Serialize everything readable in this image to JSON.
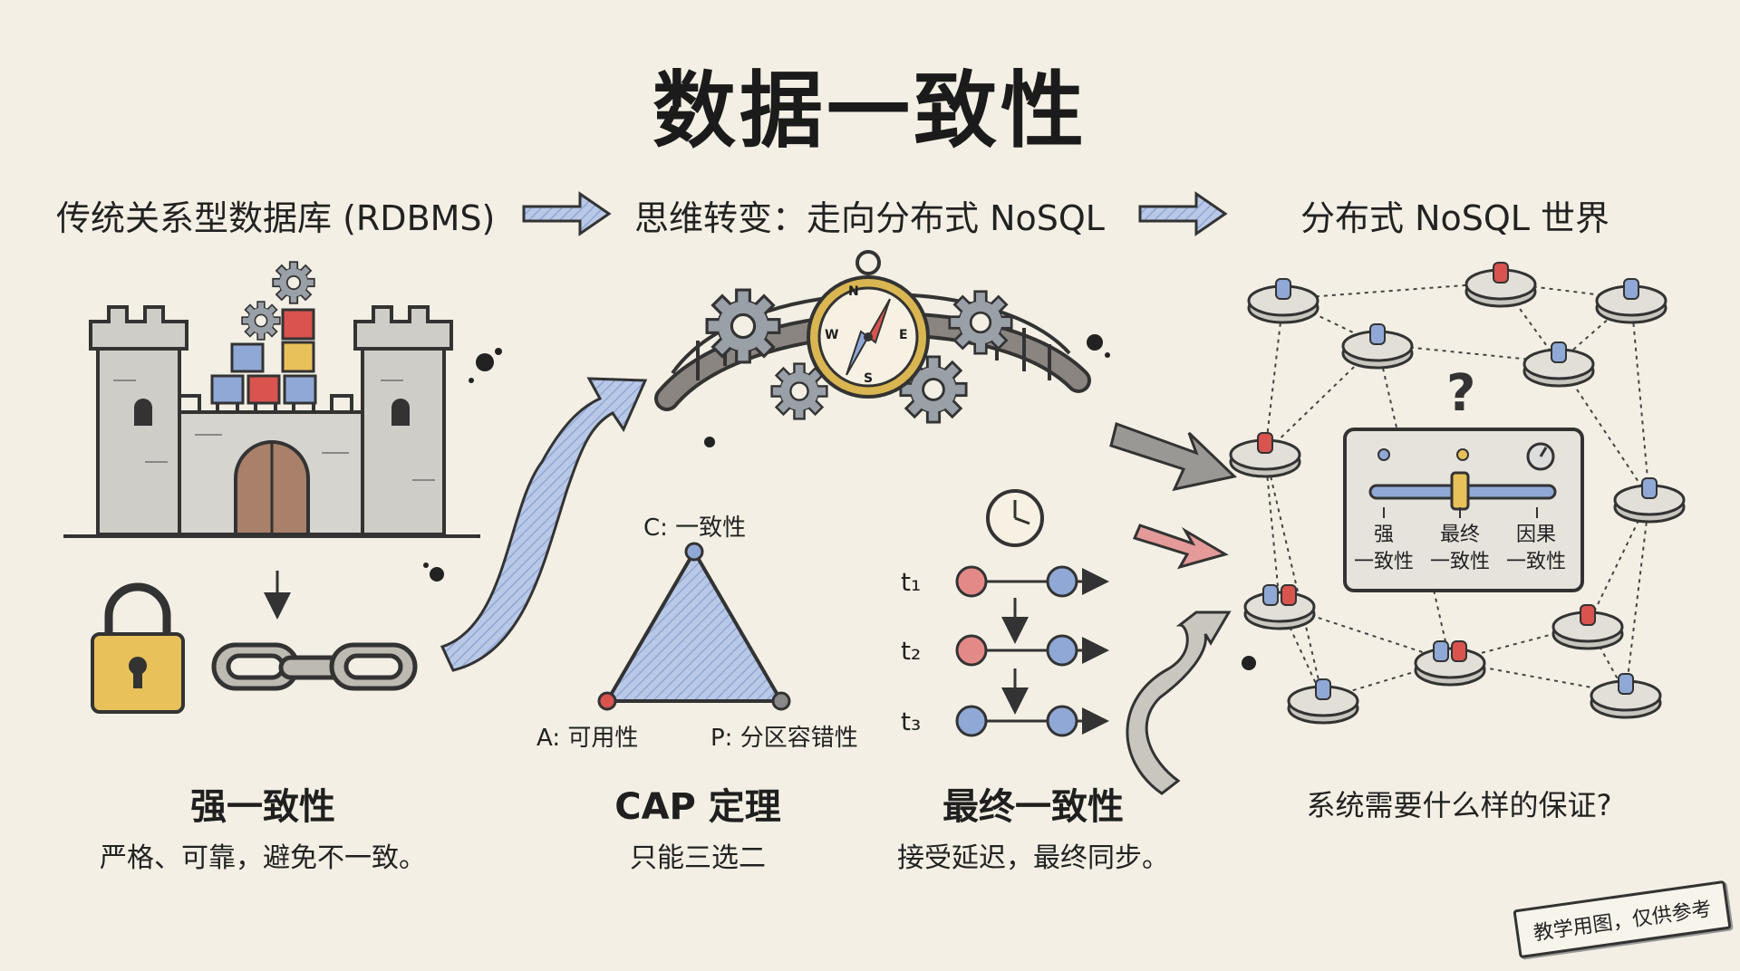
{
  "title": "数据一致性",
  "headers": {
    "left": "传统关系型数据库 (RDBMS)",
    "middle": "思维转变：走向分布式 NoSQL",
    "right": "分布式 NoSQL 世界"
  },
  "sections": {
    "strong": {
      "title": "强一致性",
      "desc": "严格、可靠，避免不一致。"
    },
    "cap": {
      "title": "CAP 定理",
      "desc": "只能三选二",
      "vertex_c": "C: 一致性",
      "vertex_a": "A: 可用性",
      "vertex_p": "P: 分区容错性"
    },
    "eventual": {
      "title": "最终一致性",
      "desc": "接受延迟，最终同步。",
      "t1": "t₁",
      "t2": "t₂",
      "t3": "t₃"
    },
    "world": {
      "question": "系统需要什么样的保证?",
      "slider_labels": [
        {
          "line1": "强",
          "line2": "一致性"
        },
        {
          "line1": "最终",
          "line2": "一致性"
        },
        {
          "line1": "因果",
          "line2": "一致性"
        }
      ]
    }
  },
  "compass_letters": {
    "n": "N",
    "e": "E",
    "s": "S",
    "w": "W"
  },
  "question_mark": "?",
  "stamp": "教学用图，仅供参考",
  "colors": {
    "background": "#f3efe4",
    "blue_accent": "#8fa8d6",
    "red_accent": "#d9534f",
    "gold": "#e8c15a",
    "stone": "#bdbab2"
  },
  "icons": [
    "castle-icon",
    "gear-icon",
    "lock-icon",
    "chain-icon",
    "compass-icon",
    "bridge-icon",
    "clock-icon",
    "network-node-icon",
    "slider-panel-icon"
  ]
}
